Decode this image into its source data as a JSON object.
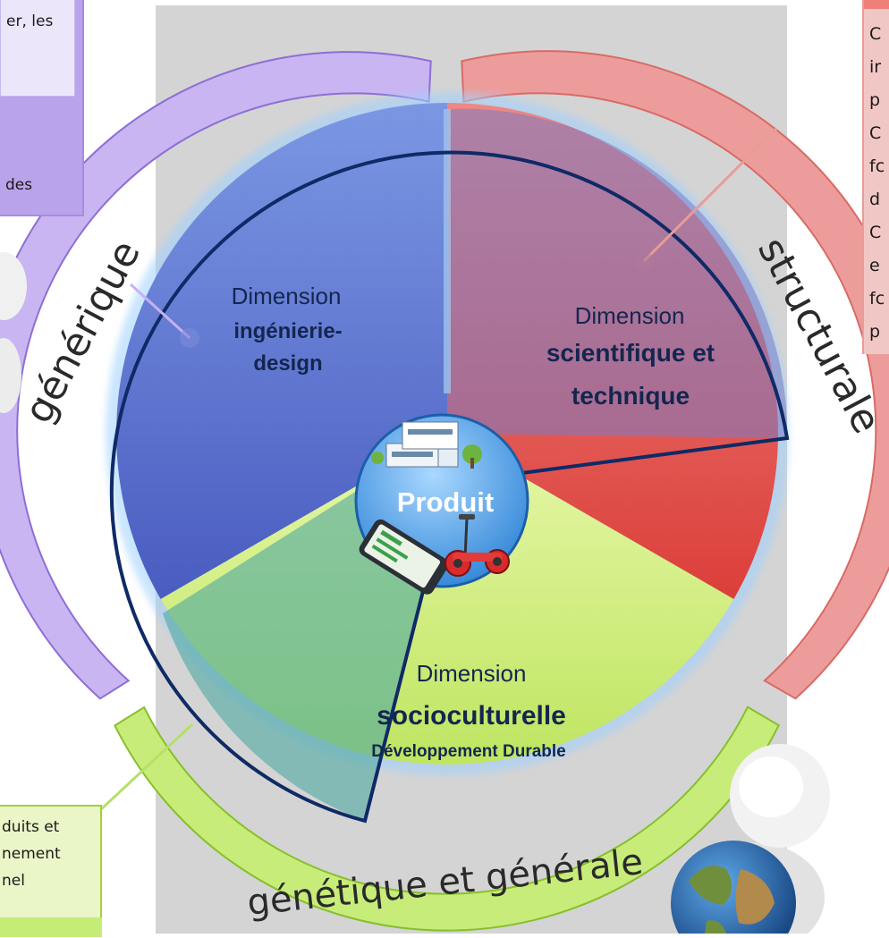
{
  "diagram": {
    "center_label": "Produit",
    "outer_arcs": {
      "left": "générique",
      "right": "structurale",
      "bottom": "génétique et générale"
    },
    "sectors": {
      "engineering": {
        "title": "Dimension",
        "bold_line1": "ingénierie-",
        "bold_line2": "design"
      },
      "science": {
        "title": "Dimension",
        "bold_line1": "scientifique et",
        "bold_line2": "technique"
      },
      "socio": {
        "title": "Dimension",
        "bold_line1": "socioculturelle",
        "bold_line2": "Développement Durable"
      }
    },
    "colors": {
      "engineering": "#5d74d0",
      "science": "#e4504b",
      "socio": "#cfe97a",
      "arc_left": "#c9b5f1",
      "arc_right": "#ec9d9b",
      "arc_bottom": "#c8ec7a",
      "backdrop": "#d4d4d4"
    }
  },
  "notes": {
    "purple": {
      "line1": "er, les",
      "line2": "des"
    },
    "red": [
      "C",
      "ir",
      "p",
      "C",
      "fc",
      "d",
      "C",
      "e",
      "fc",
      "p"
    ],
    "green": [
      "duits et",
      "nement",
      "nel"
    ]
  }
}
